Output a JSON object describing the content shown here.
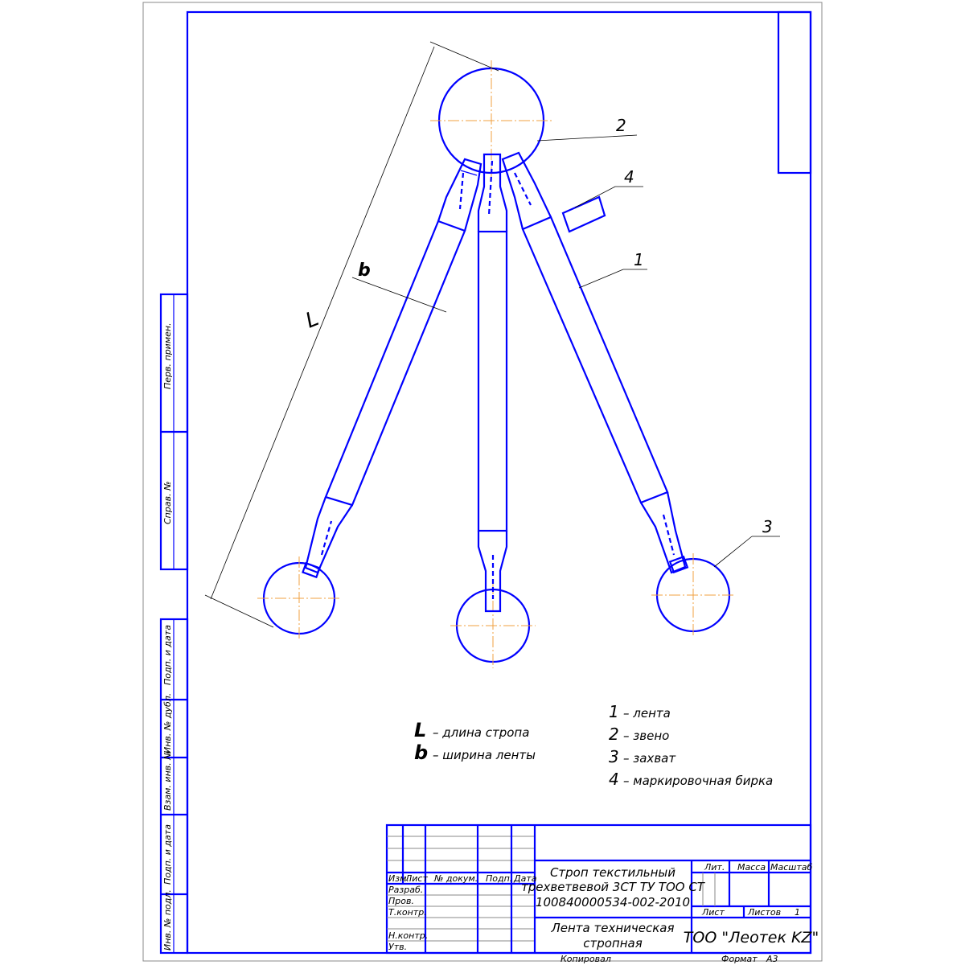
{
  "drawing": {
    "dimensions": {
      "length_label": "L",
      "width_label": "b"
    },
    "callouts": [
      "1",
      "2",
      "3",
      "4"
    ],
    "legend_dims": [
      {
        "symbol": "L",
        "text": "– длина стропа"
      },
      {
        "symbol": "b",
        "text": "– ширина ленты"
      }
    ],
    "legend_parts": [
      {
        "num": "1",
        "text": "– лента"
      },
      {
        "num": "2",
        "text": "– звено"
      },
      {
        "num": "3",
        "text": "– захват"
      },
      {
        "num": "4",
        "text": "– маркировочная бирка"
      }
    ]
  },
  "side_stamps": [
    "Перв. примен.",
    "Справ. №",
    "Подп. и дата",
    "Инв. № дубл.",
    "Взам. инв. №",
    "Подп. и дата",
    "Инв. № подл."
  ],
  "title_block": {
    "col_headers": [
      "Изм.",
      "Лист",
      "№ докум.",
      "Подп.",
      "Дата"
    ],
    "roles": [
      "Разраб.",
      "Пров.",
      "Т.контр.",
      "",
      "Н.контр.",
      "Утв."
    ],
    "designation": [
      "Строп текстильный",
      "трехветвевой 3СТ ТУ ТОО СТ",
      "100840000534-002-2010"
    ],
    "item_name": [
      "Лента техническая",
      "стропная"
    ],
    "lit_label": "Лит.",
    "mass_label": "Масса",
    "scale_label": "Масштаб",
    "sheet_label": "Лист",
    "sheets_label": "Листов",
    "sheets_value": "1",
    "company": "ТОО \"Леотек KZ\"",
    "copied_label": "Копировал",
    "format_label": "Формат",
    "format_value": "А3"
  }
}
